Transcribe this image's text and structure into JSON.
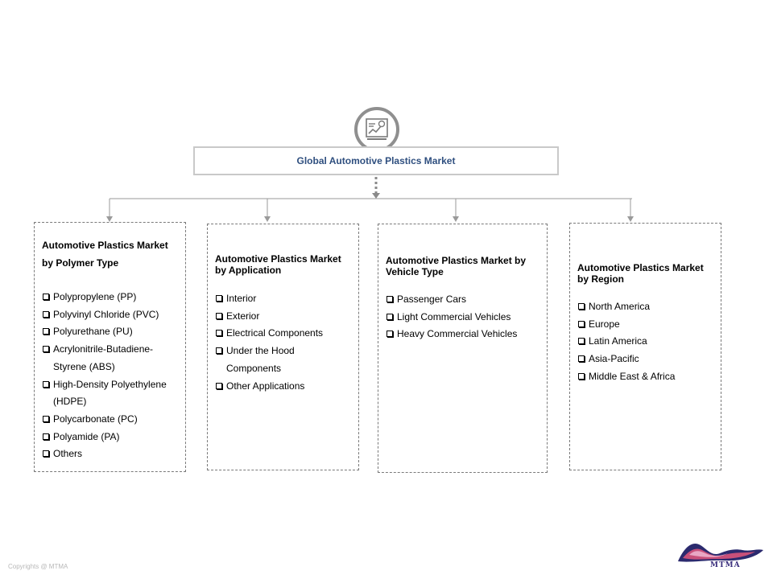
{
  "root": {
    "label": "Global  Automotive Plastics Market"
  },
  "nodes": [
    {
      "title_line1": "Automotive Plastics Market",
      "title_line2": "by Polymer Type",
      "items": [
        "Polypropylene (PP)",
        "Polyvinyl Chloride (PVC)",
        "Polyurethane (PU)",
        "Acrylonitrile-Butadiene-Styrene (ABS)",
        "High-Density Polyethylene (HDPE)",
        "Polycarbonate (PC)",
        "Polyamide (PA)",
        "Others"
      ]
    },
    {
      "title_line1": "Automotive Plastics Market",
      "title_line2": "by Application",
      "items": [
        "Interior",
        "Exterior",
        "Electrical Components",
        "Under the Hood Components",
        "Other Applications"
      ]
    },
    {
      "title_line1": "Automotive Plastics Market by",
      "title_line2": "Vehicle Type",
      "items": [
        "Passenger Cars",
        "Light Commercial Vehicles",
        "Heavy Commercial Vehicles"
      ]
    },
    {
      "title_line1": "Automotive Plastics Market",
      "title_line2": "by Region",
      "items": [
        "North America",
        "Europe",
        "Latin America",
        "Asia-Pacific",
        "Middle East & Africa"
      ]
    }
  ],
  "footer": {
    "copyright": "Copyrights @ MTMA",
    "logo_text": "MTMA"
  },
  "colors": {
    "root_text": "#2f4f7f",
    "connector": "#9a9a9a",
    "logo_text": "#3b2f7d"
  },
  "icons": {
    "root": "chart-board-icon",
    "bullet": "checkbox-bullet-icon"
  }
}
